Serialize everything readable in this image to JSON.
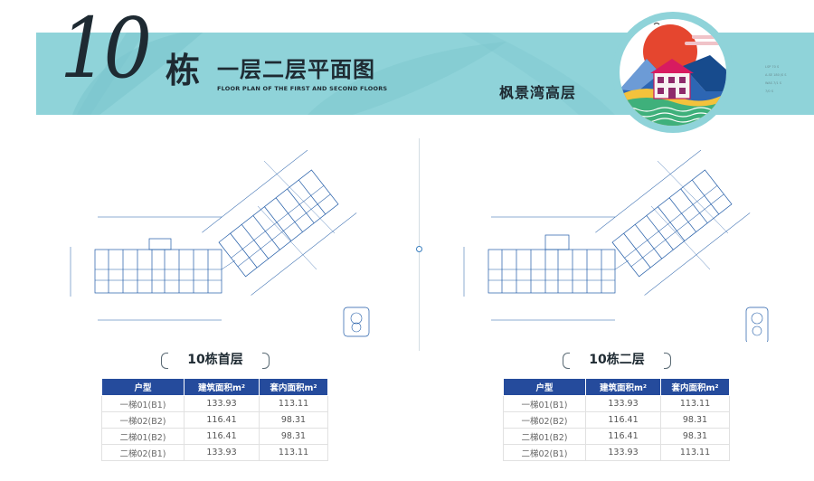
{
  "header": {
    "building_number": "10",
    "building_char": "栋",
    "title_cn": "一层二层平面图",
    "title_en": "FLOOR PLAN OF THE FIRST AND SECOND FLOORS",
    "brand": "枫景湾高层",
    "side_notes": [
      "LSP 70 S",
      "A-SE 180 JS S",
      "WAS 7/1 S",
      "7/0 S"
    ]
  },
  "colors": {
    "banner": "#8fd3d9",
    "table_header": "#254b9c",
    "plan_line": "#1f5aa6",
    "sun": "#e5462f"
  },
  "plans": [
    {
      "caption": "10栋首层",
      "columns": [
        "户型",
        "建筑面积m²",
        "套内面积m²"
      ],
      "rows": [
        [
          "一梯01(B1)",
          "133.93",
          "113.11"
        ],
        [
          "一梯02(B2)",
          "116.41",
          "98.31"
        ],
        [
          "二梯01(B2)",
          "116.41",
          "98.31"
        ],
        [
          "二梯02(B1)",
          "133.93",
          "113.11"
        ]
      ]
    },
    {
      "caption": "10栋二层",
      "columns": [
        "户型",
        "建筑面积m²",
        "套内面积m²"
      ],
      "rows": [
        [
          "一梯01(B1)",
          "133.93",
          "113.11"
        ],
        [
          "一梯02(B2)",
          "116.41",
          "98.31"
        ],
        [
          "二梯01(B2)",
          "116.41",
          "98.31"
        ],
        [
          "二梯02(B1)",
          "133.93",
          "113.11"
        ]
      ]
    }
  ]
}
